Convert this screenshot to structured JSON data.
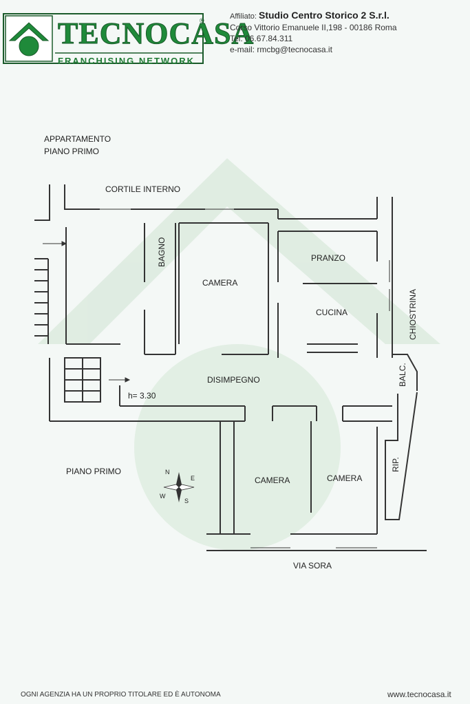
{
  "header": {
    "brand_name": "TECNOCASA",
    "brand_registered": "®",
    "brand_tagline": "FRANCHISING NETWORK",
    "affiliate_prefix": "Affiliato:",
    "affiliate_name": "Studio Centro Storico 2 S.r.l.",
    "address": "Corso Vittorio Emanuele II,198 - 00186 Roma",
    "phone": "Tel. 06.67.84.311",
    "email": "e-mail: rmcbg@tecnocasa.it"
  },
  "plan": {
    "title_line1": "APPARTAMENTO",
    "title_line2": "PIANO PRIMO",
    "labels": {
      "cortile": "CORTILE INTERNO",
      "bagno": "BAGNO",
      "camera_1": "CAMERA",
      "pranzo": "PRANZO",
      "cucina": "CUCINA",
      "chiostrina": "CHIOSTRINA",
      "balc": "BALC.",
      "disimpegno": "DISIMPEGNO",
      "height": "h= 3.30",
      "piano_primo": "PIANO PRIMO",
      "camera_2": "CAMERA",
      "camera_3": "CAMERA",
      "rip": "RIP.",
      "via_sora": "VIA SORA"
    },
    "compass": {
      "n": "N",
      "e": "E",
      "s": "S",
      "w": "W"
    }
  },
  "colors": {
    "brand_green": "#1f8a3a",
    "watermark_green": "#cfe3d2",
    "wall": "#333333"
  },
  "footer": {
    "disclaimer": "OGNI AGENZIA HA UN PROPRIO TITOLARE ED È AUTONOMA",
    "website": "www.tecnocasa.it"
  }
}
